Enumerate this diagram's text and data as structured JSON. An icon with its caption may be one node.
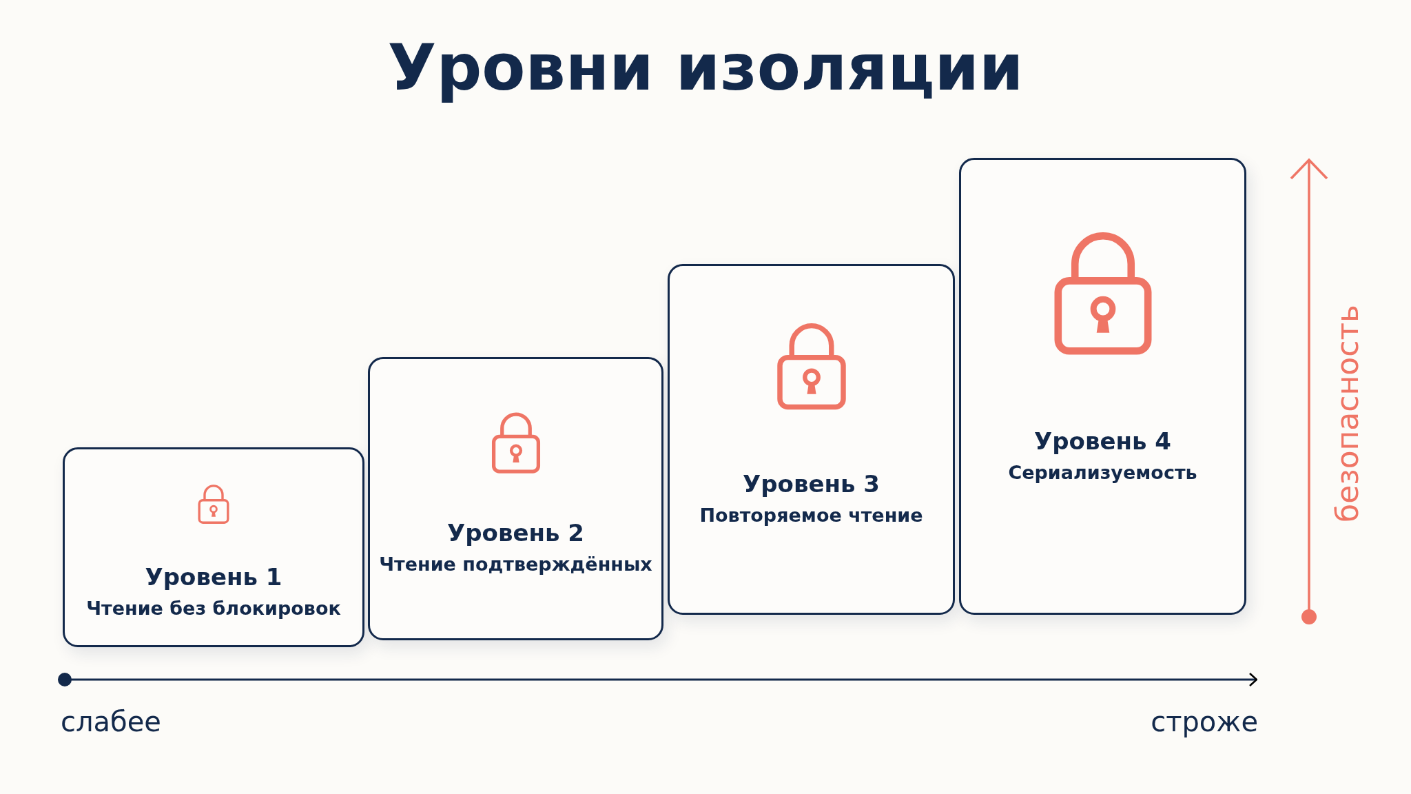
{
  "diagram": {
    "title": "Уровни изоляции",
    "nodes": [
      {
        "text": [
          "Уровень 1",
          "Чтение без блокировок"
        ]
      },
      {
        "text": [
          "Уровень 2",
          "Чтение подтверждённых"
        ]
      },
      {
        "text": [
          "Уровень 3",
          "Повторяемое чтение"
        ]
      },
      {
        "text": [
          "Уровень 4",
          "Сериализуемость"
        ]
      }
    ],
    "labels": [
      "слабее",
      "строже",
      "безопасность"
    ]
  }
}
